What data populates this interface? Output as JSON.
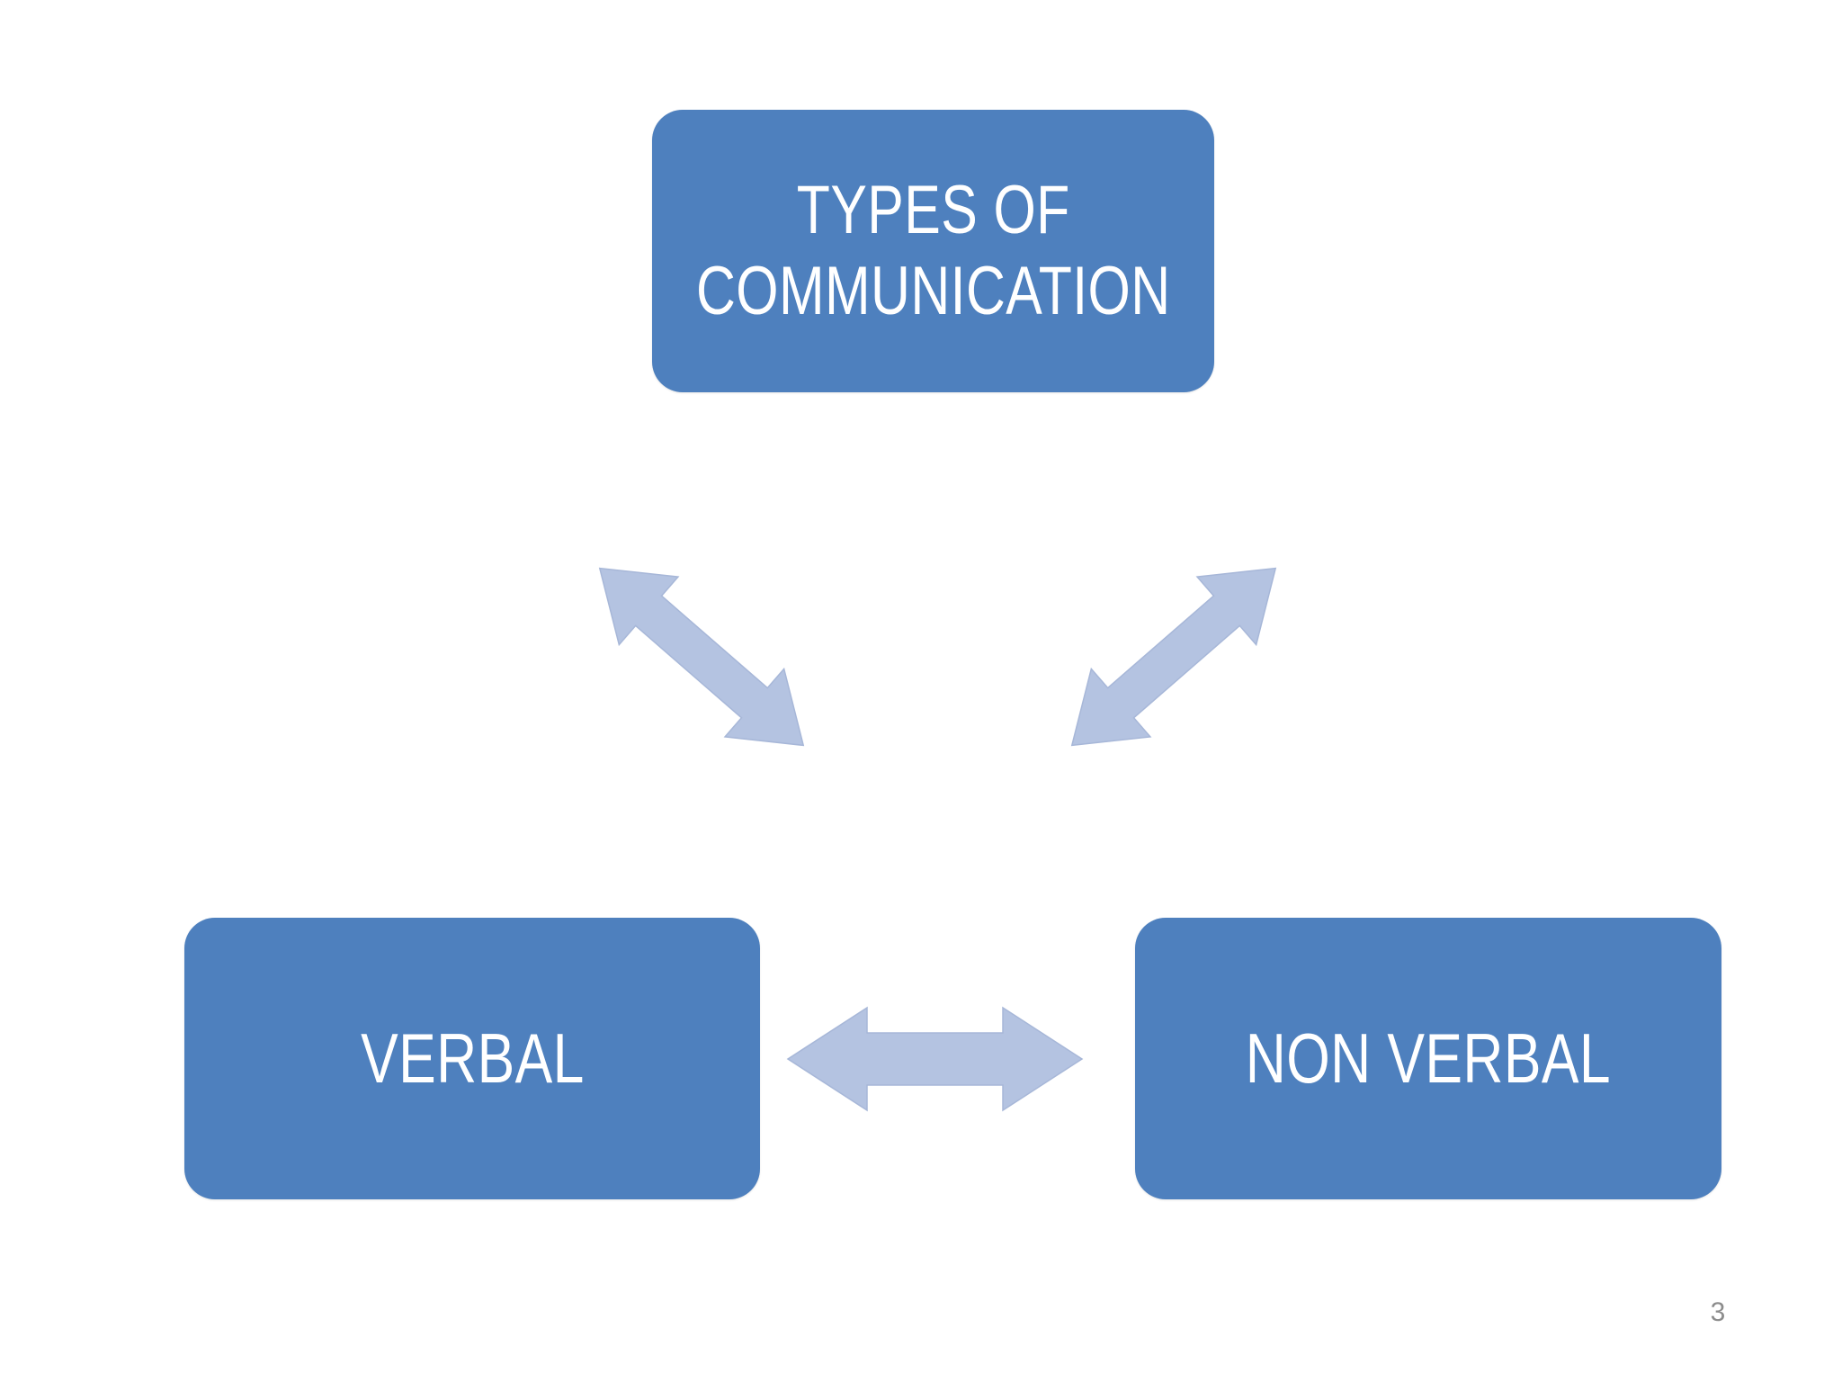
{
  "slide": {
    "background_color": "#FFFFFF",
    "page_number": "3",
    "page_number_color": "#8C8C8C"
  },
  "theme": {
    "node_fill": "#4E80BE",
    "node_text_color": "#FFFFFF",
    "arrow_fill": "#B4C3E1",
    "arrow_stroke": "#A7B7D8"
  },
  "diagram": {
    "type": "triangle-relationship",
    "nodes": [
      {
        "id": "types-of-communication",
        "label": "TYPES OF\nCOMMUNICATION",
        "position": "top-center"
      },
      {
        "id": "verbal",
        "label": "VERBAL",
        "position": "bottom-left"
      },
      {
        "id": "non-verbal",
        "label": "NON VERBAL",
        "position": "bottom-right"
      }
    ],
    "connectors": [
      {
        "id": "top-to-verbal",
        "icon": "double-arrow-diagonal-icon",
        "from": "types-of-communication",
        "to": "verbal",
        "direction": "bidirectional"
      },
      {
        "id": "top-to-non-verbal",
        "icon": "double-arrow-diagonal-icon",
        "from": "types-of-communication",
        "to": "non-verbal",
        "direction": "bidirectional"
      },
      {
        "id": "verbal-to-non-verbal",
        "icon": "double-arrow-horizontal-icon",
        "from": "verbal",
        "to": "non-verbal",
        "direction": "bidirectional"
      }
    ]
  }
}
